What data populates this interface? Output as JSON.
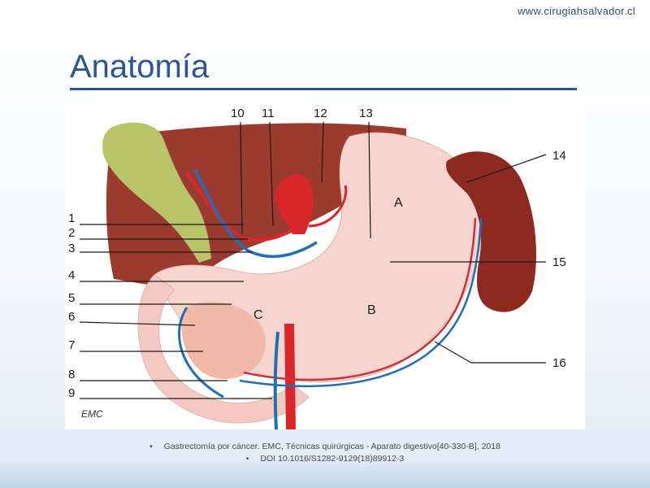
{
  "header": {
    "site_url": "www.cirugiahsalvador.cl",
    "title": "Anatomía"
  },
  "figure": {
    "left_labels": [
      "1",
      "2",
      "3",
      "4",
      "5",
      "6",
      "7",
      "8",
      "9"
    ],
    "top_labels": [
      "10",
      "11",
      "12",
      "13"
    ],
    "right_labels": [
      "14",
      "15",
      "16"
    ],
    "region_labels": [
      "A",
      "B",
      "C"
    ],
    "signature": "EMC"
  },
  "references": [
    "Gastrectomía por cáncer. EMC, Técnicas quirúrgicas - Aparato digestivo[40-330-B], 2018",
    "DOI 10.1016/S1282-9129(18)89912-3"
  ],
  "colors": {
    "title": "#2c5597",
    "liver": "#9b3a2e",
    "stomach": "#f7d5cf",
    "artery": "#d9262b",
    "vein": "#1f6fb8",
    "gallbladder": "#b9c46a",
    "spleen": "#8c2a22",
    "pancreas": "#f2b8a8"
  }
}
